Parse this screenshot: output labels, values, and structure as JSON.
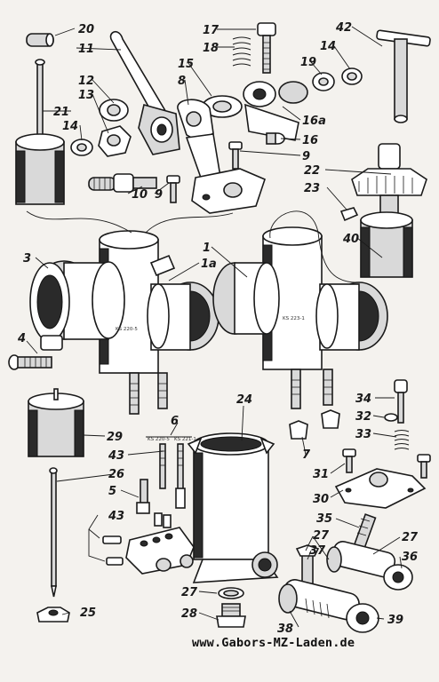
{
  "labels": {
    "l20": "20",
    "l11": "11",
    "l17": "17",
    "l18": "18",
    "l15": "15",
    "l8": "8",
    "l42": "42",
    "l14a": "14",
    "l19": "19",
    "l12": "12",
    "l13": "13",
    "l21": "21",
    "l14b": "14",
    "l16a": "16a",
    "l16": "16",
    "l9a": "9",
    "l22": "22",
    "l23": "23",
    "l10": "10",
    "l9b": "9",
    "l1": "1",
    "l1a": "1a",
    "l3": "3",
    "l40": "40",
    "l4": "4",
    "l24": "24",
    "l6": "6",
    "l34": "34",
    "l32": "32",
    "l33": "33",
    "l29": "29",
    "l43a": "43",
    "l26": "26",
    "l7": "7",
    "l5": "5",
    "l31": "31",
    "l30": "30",
    "l43b": "43",
    "l35": "35",
    "l27a": "27",
    "l37": "37",
    "l27b": "27",
    "l36": "36",
    "l27c": "27",
    "l25": "25",
    "l28": "28",
    "l38": "38",
    "l39": "39"
  },
  "stamps": {
    "body_left": "KS 220-5",
    "body_right": "KS 223-1",
    "needle_a": "KS 220-5",
    "needle_b": "KS 221-1"
  },
  "watermark": "www.Gabors-MZ-Laden.de"
}
